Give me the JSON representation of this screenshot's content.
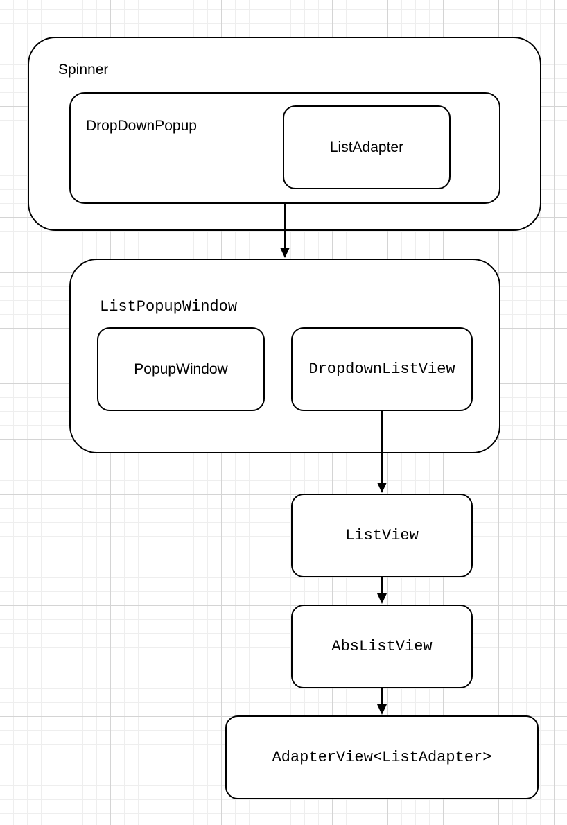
{
  "nodes": {
    "spinner": "Spinner",
    "dropdown_popup": "DropDownPopup",
    "list_adapter": "ListAdapter",
    "list_popup_window": "ListPopupWindow",
    "popup_window": "PopupWindow",
    "dropdown_list_view": "DropdownListView",
    "list_view": "ListView",
    "abs_list_view": "AbsListView",
    "adapter_view": "AdapterView<ListAdapter>"
  },
  "edges": [
    {
      "from": "dropdown_popup",
      "to": "list_popup_window"
    },
    {
      "from": "dropdown_list_view",
      "to": "list_view"
    },
    {
      "from": "list_view",
      "to": "abs_list_view"
    },
    {
      "from": "abs_list_view",
      "to": "adapter_view"
    }
  ]
}
